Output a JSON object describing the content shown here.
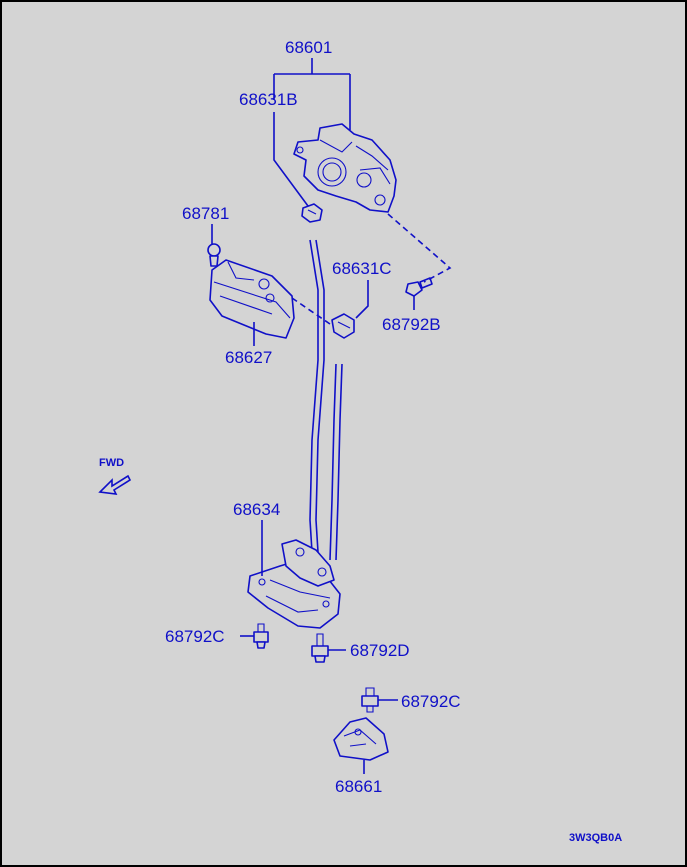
{
  "diagram": {
    "part_numbers": {
      "p68601": "68601",
      "p68631B": "68631B",
      "p68781": "68781",
      "p68631C": "68631C",
      "p68792B": "68792B",
      "p68627": "68627",
      "p68634": "68634",
      "p68792C_left": "68792C",
      "p68792D": "68792D",
      "p68792C_right": "68792C",
      "p68661": "68661"
    },
    "fwd_label": "FWD",
    "diagram_code": "3W3QB0A"
  },
  "colors": {
    "background": "#d4d4d4",
    "ink": "#1010c8"
  }
}
